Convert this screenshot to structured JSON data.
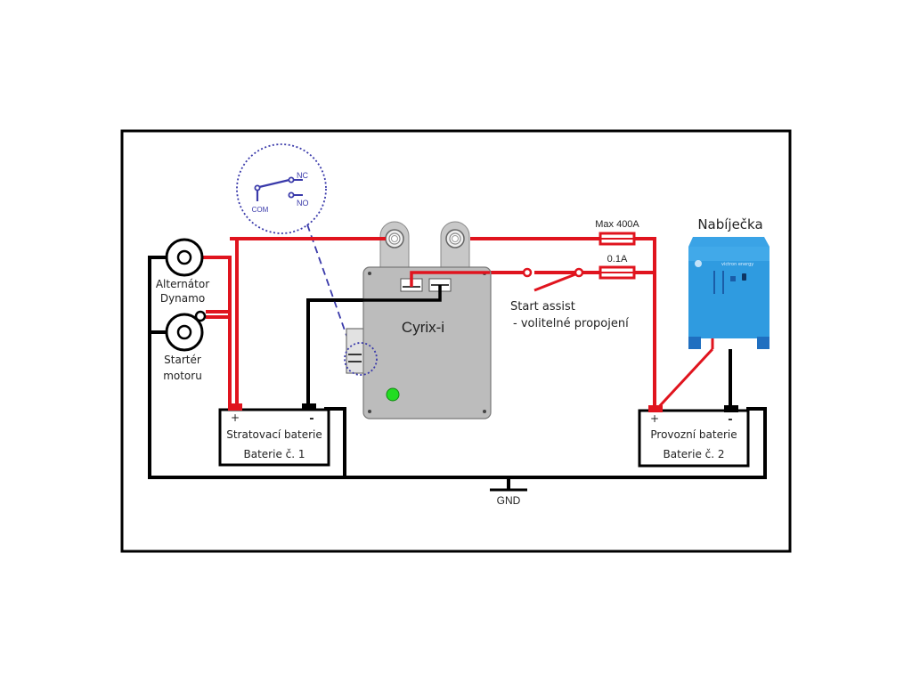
{
  "diagram": {
    "relay_detail": {
      "com": "COM",
      "nc": "NC",
      "no": "NO"
    },
    "alternator": {
      "line1": "Alternátor",
      "line2": "Dynamo"
    },
    "starter": {
      "line1": "Startér",
      "line2": "motoru"
    },
    "cyrix": {
      "label": "Cyrix-i",
      "led_color": "#22dd22"
    },
    "fuses": {
      "main": "Max 400A",
      "assist": "0.1A"
    },
    "start_assist": {
      "line1": "Start assist",
      "line2": "- volitelné propojení"
    },
    "charger": {
      "title": "Nabíječka",
      "brand": "victron energy"
    },
    "battery1": {
      "plus": "+",
      "minus": "-",
      "line1": "Stratovací baterie",
      "line2": "Baterie č. 1"
    },
    "battery2": {
      "plus": "+",
      "minus": "-",
      "line1": "Provozní baterie",
      "line2": "Baterie č. 2"
    },
    "ground": {
      "label": "GND"
    },
    "colors": {
      "positive_wire": "#e0141e",
      "negative_wire": "#000000",
      "relay_detail": "#3a3aaa",
      "charger_body": "#2f9be0"
    }
  }
}
